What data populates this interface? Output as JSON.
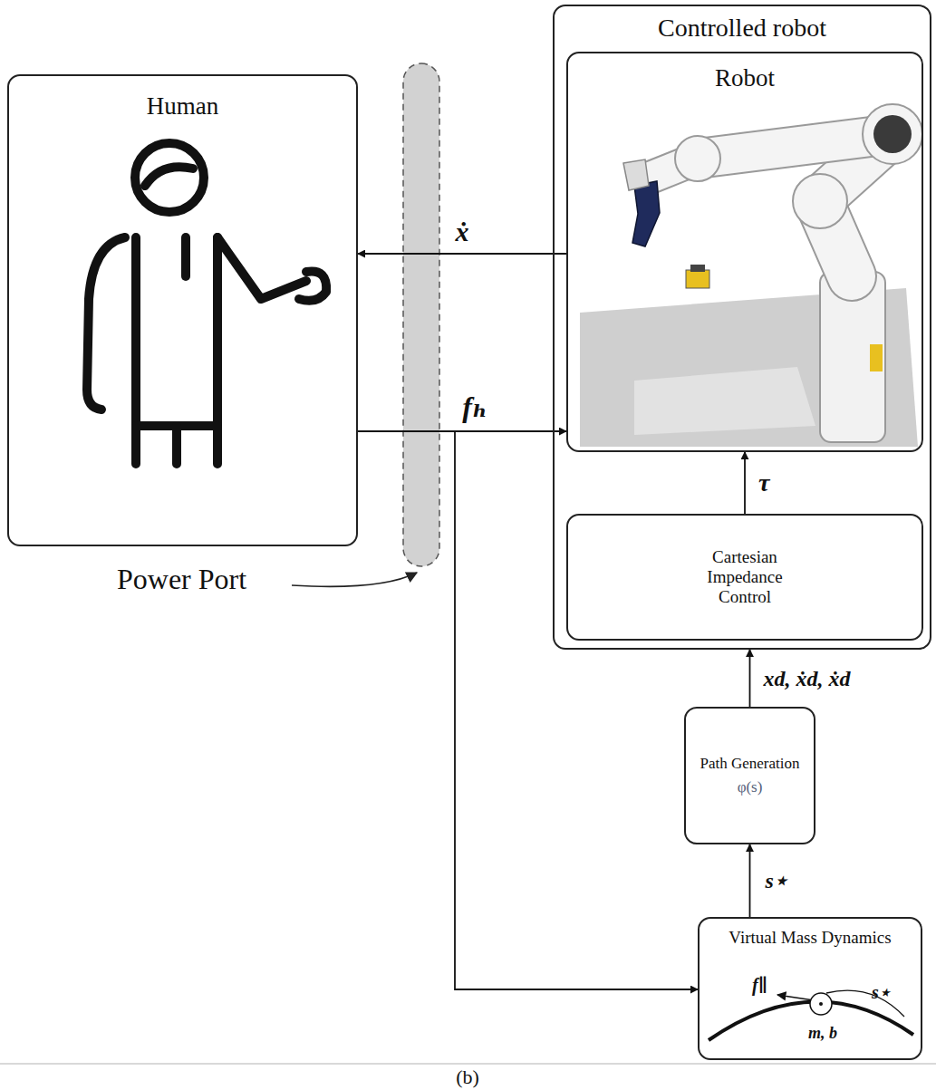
{
  "diagram": {
    "caption": "(b)",
    "nodes": [
      {
        "text": [
          "Human"
        ]
      },
      {
        "text": [
          "Controlled robot"
        ]
      },
      {
        "text": [
          "Robot"
        ],
        "in": 1
      },
      {
        "text": [
          "Cartesian Impedance Control"
        ],
        "in": 1
      },
      {
        "text": [
          "Path Generation",
          "φ(s)"
        ]
      },
      {
        "text": [
          "Virtual Mass Dynamics",
          "f∥",
          "m, b",
          "s⋆"
        ]
      }
    ],
    "edges": [
      {
        "from": 2,
        "to": 0,
        "arrow": "to",
        "label": "ẋ"
      },
      {
        "from": 0,
        "to": 2,
        "arrow": "to",
        "label": "fₕ"
      },
      {
        "from": 0,
        "to": 5,
        "arrow": "to"
      },
      {
        "from": 3,
        "to": 2,
        "arrow": "to",
        "label": "τ"
      },
      {
        "from": 4,
        "to": 1,
        "arrow": "to",
        "label": "xd, ẋd, ẋd"
      },
      {
        "from": 5,
        "to": 4,
        "arrow": "to",
        "label": "s⋆"
      }
    ],
    "labels": [
      "Power Port"
    ]
  }
}
